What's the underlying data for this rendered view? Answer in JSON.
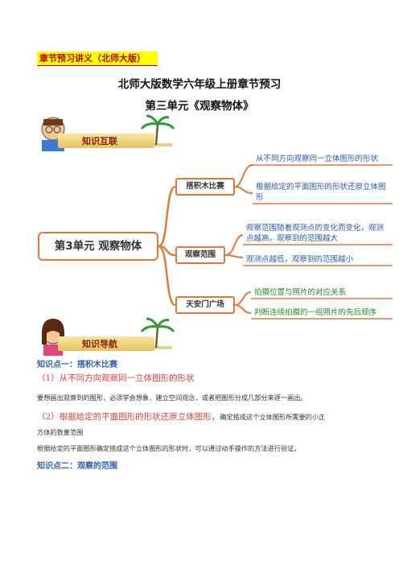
{
  "tag": "章节预习讲义（北师大版）",
  "title_line1": "北师大版数学六年级上册章节预习",
  "title_line2": "第三单元《观察物体》",
  "banner1": "知识互联",
  "banner2": "知识导航",
  "mindmap": {
    "center": "第3单元 观察物体",
    "branches": [
      {
        "label": "搭积木比赛",
        "leaves": [
          "从不同方向观察同一立体图形的形状",
          "根据给定的平面图形的形状还原立体图形"
        ]
      },
      {
        "label": "观察范围",
        "leaves": [
          "观察范围随着观测点的变化而变化，观测点越高，观察到的范围越大",
          "观测点越低，观察到的范围越小"
        ]
      },
      {
        "label": "天安门广场",
        "leaves": [
          "拍摄位置与照片的对应关系",
          "判断连续拍摄的一组照片的先后顺序"
        ]
      }
    ]
  },
  "point1": {
    "heading": "知识点一：搭积木比赛",
    "sub1": "（1）从不同方向观察同一立体图形的形状",
    "text1": "要想画出观察到的图形，必须学会想象，建立空间观念，或者把图形分成几部分来逐一画出。",
    "sub2_red": "（2）根据给定的平面图形的形状还原立体图形，",
    "sub2_rest": "确定搭成这个立体图形所需要的小正",
    "sub2_cont": "方体的数量范围",
    "text2": "根据给定的平面图形确定搭成这个立体图形的形状时，可以通过动手操作的方法进行验证。"
  },
  "point2": {
    "heading": "知识点二：观察的范围"
  }
}
